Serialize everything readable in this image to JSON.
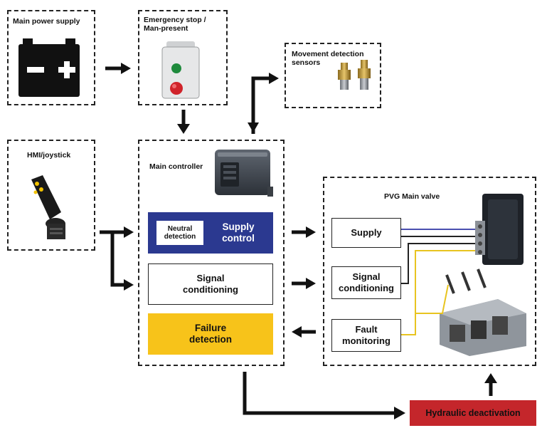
{
  "main_power": {
    "label": "Main power supply",
    "minus": "−",
    "plus": "+"
  },
  "estop": {
    "label": "Emergency stop / Man-present"
  },
  "sensors": {
    "label": "Movement detection sensors"
  },
  "hmi": {
    "label": "HMI/joystick"
  },
  "controller": {
    "label": "Main controller",
    "neutral": "Neutral detection",
    "supply_control": "Supply control",
    "signal_conditioning": "Signal conditioning",
    "failure_detection": "Failure detection"
  },
  "pvg": {
    "label": "PVG Main valve",
    "supply": "Supply",
    "signal_conditioning": "Signal conditioning",
    "fault_monitoring": "Fault monitoring"
  },
  "hydraulic": {
    "label": "Hydraulic deactivation"
  },
  "colors": {
    "navy": "#2b3990",
    "yellow": "#f7c31a",
    "red": "#c4262b",
    "wire_blue": "#4a4fb0",
    "wire_yellow": "#e8c420"
  }
}
